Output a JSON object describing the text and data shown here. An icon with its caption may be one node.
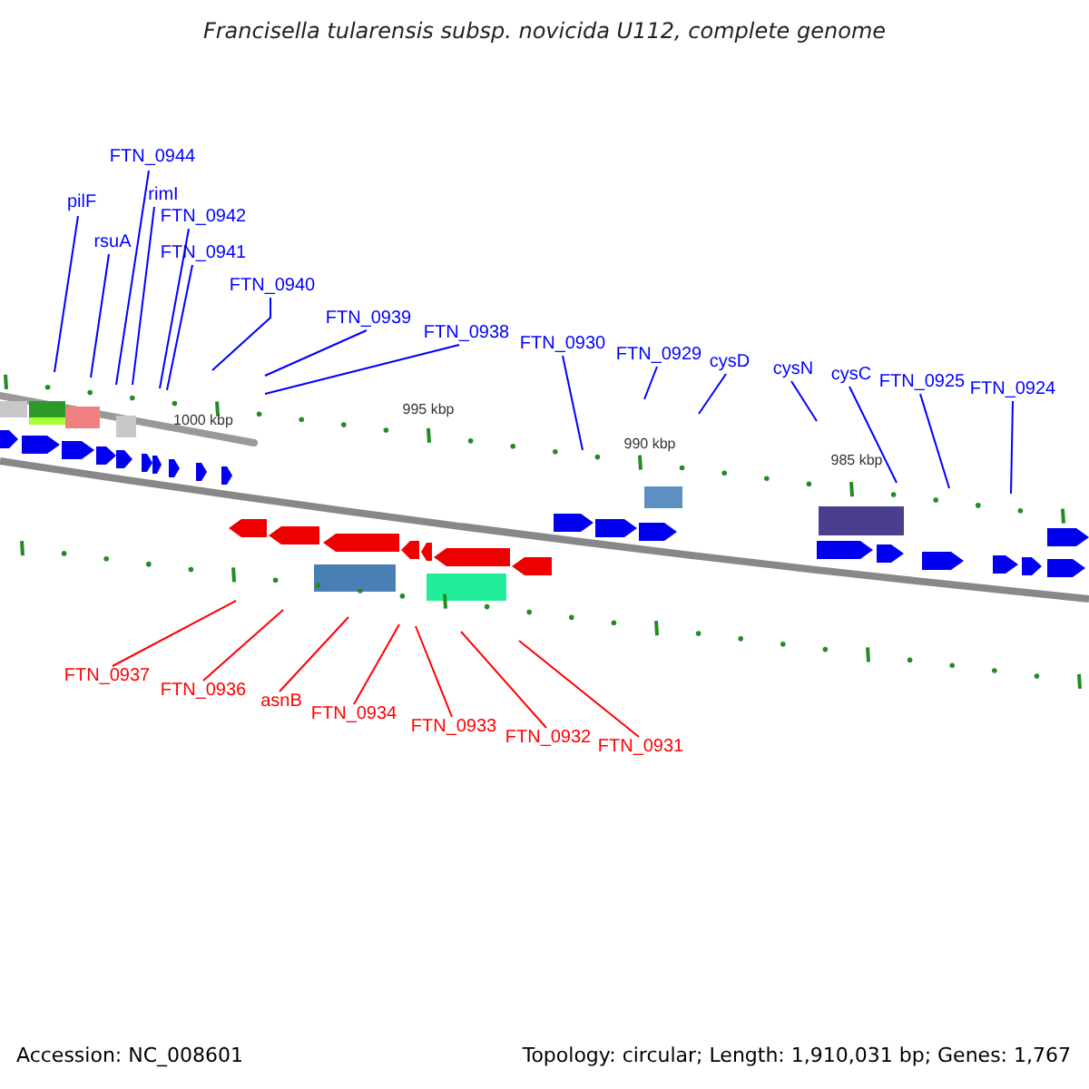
{
  "diagram": {
    "title": "Francisella tularensis subsp. novicida U112, complete genome",
    "nodes": [
      {
        "text": [
          "FTN_0944"
        ]
      },
      {
        "text": [
          "pilF"
        ]
      },
      {
        "text": [
          "rimI"
        ]
      },
      {
        "text": [
          "rsuA"
        ]
      },
      {
        "text": [
          "FTN_0942"
        ]
      },
      {
        "text": [
          "FTN_0941"
        ]
      },
      {
        "text": [
          "FTN_0940"
        ]
      },
      {
        "text": [
          "FTN_0939"
        ]
      },
      {
        "text": [
          "FTN_0938"
        ]
      },
      {
        "text": [
          "FTN_0930"
        ]
      },
      {
        "text": [
          "FTN_0929"
        ]
      },
      {
        "text": [
          "cysD"
        ]
      },
      {
        "text": [
          "cysN"
        ]
      },
      {
        "text": [
          "cysC"
        ]
      },
      {
        "text": [
          "FTN_0925"
        ]
      },
      {
        "text": [
          "FTN_0924"
        ]
      },
      {
        "text": [
          "FTN_0937"
        ]
      },
      {
        "text": [
          "FTN_0936"
        ]
      },
      {
        "text": [
          "asnB"
        ]
      },
      {
        "text": [
          "FTN_0934"
        ]
      },
      {
        "text": [
          "FTN_0933"
        ]
      },
      {
        "text": [
          "FTN_0932"
        ]
      },
      {
        "text": [
          "FTN_0931"
        ]
      }
    ],
    "edges": [
      {
        "from": 0,
        "to": null,
        "arrow": "none"
      },
      {
        "from": 1,
        "to": null,
        "arrow": "none"
      },
      {
        "from": 2,
        "to": null,
        "arrow": "none"
      },
      {
        "from": 3,
        "to": null,
        "arrow": "none"
      },
      {
        "from": 4,
        "to": null,
        "arrow": "none"
      },
      {
        "from": 5,
        "to": null,
        "arrow": "none"
      },
      {
        "from": 6,
        "to": null,
        "arrow": "none"
      },
      {
        "from": 7,
        "to": null,
        "arrow": "none"
      },
      {
        "from": 8,
        "to": null,
        "arrow": "none"
      },
      {
        "from": 9,
        "to": null,
        "arrow": "none"
      },
      {
        "from": 10,
        "to": null,
        "arrow": "none"
      },
      {
        "from": 11,
        "to": null,
        "arrow": "none"
      },
      {
        "from": 12,
        "to": null,
        "arrow": "none"
      },
      {
        "from": 13,
        "to": null,
        "arrow": "none"
      },
      {
        "from": 14,
        "to": null,
        "arrow": "none"
      },
      {
        "from": 15,
        "to": null,
        "arrow": "none"
      },
      {
        "from": 16,
        "to": null,
        "arrow": "none",
        "color": "#ff0000"
      },
      {
        "from": 17,
        "to": null,
        "arrow": "none",
        "color": "#ff0000"
      },
      {
        "from": 18,
        "to": null,
        "arrow": "none",
        "color": "#ff0000"
      },
      {
        "from": 19,
        "to": null,
        "arrow": "none",
        "color": "#ff0000"
      },
      {
        "from": 20,
        "to": null,
        "arrow": "none",
        "color": "#ff0000"
      },
      {
        "from": 21,
        "to": null,
        "arrow": "none",
        "color": "#ff0000"
      },
      {
        "from": 22,
        "to": null,
        "arrow": "none",
        "color": "#ff0000"
      }
    ],
    "labels": [
      "1000 kbp",
      "995 kbp",
      "990 kbp",
      "985 kbp",
      "Accession: NC_008601",
      "Topology: circular; Length: 1,910,031 bp; Genes: 1,767"
    ]
  }
}
